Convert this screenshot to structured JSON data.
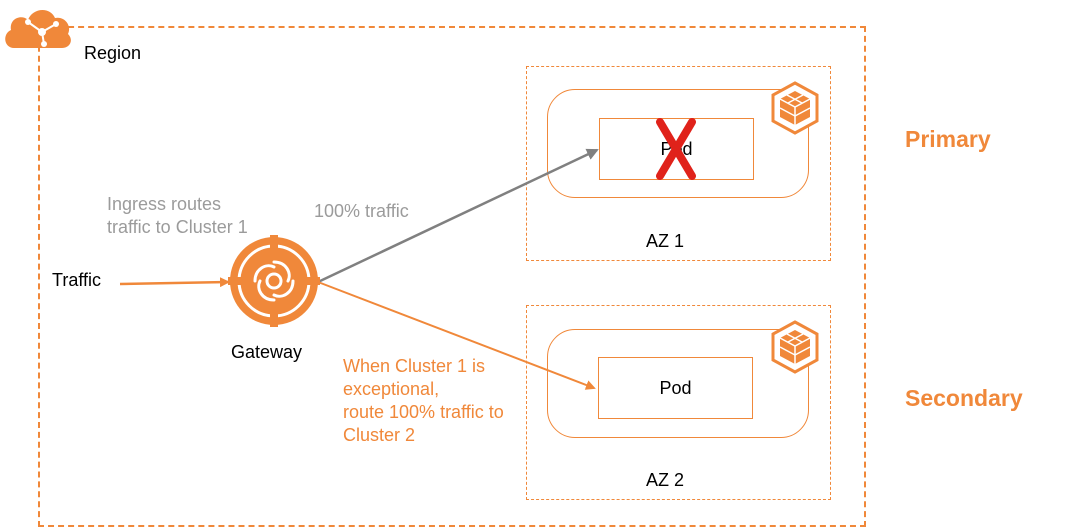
{
  "region": {
    "label": "Region",
    "icon": "cloud-icon"
  },
  "input": {
    "label": "Traffic"
  },
  "gateway": {
    "label": "Gateway",
    "icon": "gateway-icon"
  },
  "notes": {
    "ingress": [
      "Ingress routes",
      "traffic to Cluster 1"
    ],
    "primary_traffic": "100% traffic",
    "failover": [
      "When Cluster 1 is",
      "exceptional,",
      "route 100% traffic to",
      "Cluster 2"
    ]
  },
  "zones": [
    {
      "label": "AZ 1",
      "role": "Primary",
      "pod": "Pod",
      "pod_failed": true,
      "icon": "cluster-icon"
    },
    {
      "label": "AZ 2",
      "role": "Secondary",
      "pod": "Pod",
      "pod_failed": false,
      "icon": "cluster-icon"
    }
  ],
  "colors": {
    "accent": "#f0883a",
    "gray_arrow": "#808080",
    "fail": "#e0221a",
    "note_gray": "#9b9b9b"
  }
}
